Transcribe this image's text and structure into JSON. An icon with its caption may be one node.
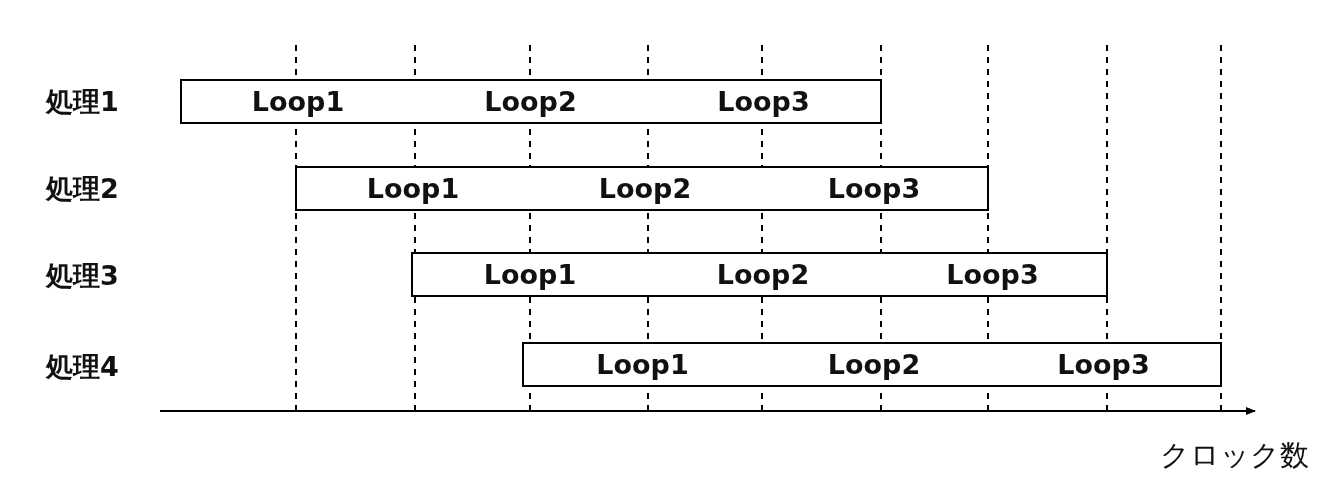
{
  "diagram": {
    "nodes": [
      {
        "text": [
          "Loop1"
        ]
      },
      {
        "text": [
          "Loop2"
        ]
      },
      {
        "text": [
          "Loop3"
        ]
      },
      {
        "text": [
          "Loop1"
        ]
      },
      {
        "text": [
          "Loop2"
        ]
      },
      {
        "text": [
          "Loop3"
        ]
      },
      {
        "text": [
          "Loop1"
        ]
      },
      {
        "text": [
          "Loop2"
        ]
      },
      {
        "text": [
          "Loop3"
        ]
      },
      {
        "text": [
          "Loop1"
        ]
      },
      {
        "text": [
          "Loop2"
        ]
      },
      {
        "text": [
          "Loop3"
        ]
      }
    ],
    "labels": [
      "処理1",
      "処理2",
      "処理3",
      "処理4",
      "クロック数"
    ]
  }
}
